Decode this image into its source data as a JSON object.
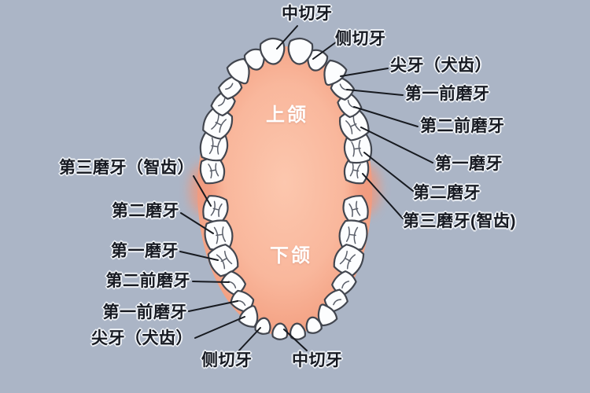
{
  "diagram": {
    "upper_jaw_label": "上颌",
    "lower_jaw_label": "下颌",
    "colors": {
      "background": "#abb5c6",
      "palate_center": "#fcc7ae",
      "palate_edge": "#ef997c",
      "tooth_fill": "#fcfdfe",
      "tooth_outline": "#42464f",
      "leader_line": "#171a20",
      "label_text": "#171a22",
      "jaw_label_text": "#ffffff"
    },
    "labels": {
      "upper": [
        {
          "id": "upper-central-incisor",
          "text": "中切牙"
        },
        {
          "id": "upper-lateral-incisor",
          "text": "侧切牙"
        },
        {
          "id": "upper-canine",
          "text": "尖牙（犬齿）"
        },
        {
          "id": "upper-first-premolar",
          "text": "第一前磨牙"
        },
        {
          "id": "upper-second-premolar",
          "text": "第二前磨牙"
        },
        {
          "id": "upper-first-molar",
          "text": "第一磨牙"
        },
        {
          "id": "upper-second-molar",
          "text": "第二磨牙"
        },
        {
          "id": "upper-third-molar",
          "text": "第三磨牙(智齿)"
        }
      ],
      "lower": [
        {
          "id": "lower-third-molar",
          "text": "第三磨牙（智齿）"
        },
        {
          "id": "lower-second-molar",
          "text": "第二磨牙"
        },
        {
          "id": "lower-first-molar",
          "text": "第一磨牙"
        },
        {
          "id": "lower-second-premolar",
          "text": "第二前磨牙"
        },
        {
          "id": "lower-first-premolar",
          "text": "第一前磨牙"
        },
        {
          "id": "lower-canine",
          "text": "尖牙（犬齿）"
        },
        {
          "id": "lower-lateral-incisor",
          "text": "侧切牙"
        },
        {
          "id": "lower-central-incisor",
          "text": "中切牙"
        }
      ]
    }
  }
}
